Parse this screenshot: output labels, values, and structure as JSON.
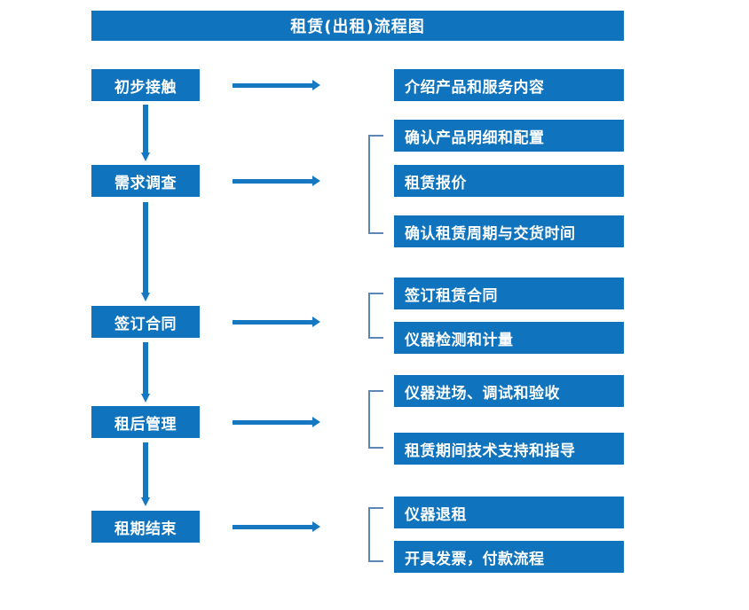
{
  "diagram": {
    "title": "租赁(出租)流程图",
    "colors": {
      "box_fill": "#0f73bd",
      "box_text": "#ffffff",
      "arrow": "#1578c0",
      "bracket": "#5b87b5",
      "background": "#ffffff"
    },
    "stages": [
      {
        "label": "初步接触"
      },
      {
        "label": "需求调查"
      },
      {
        "label": "签订合同"
      },
      {
        "label": "租后管理"
      },
      {
        "label": "租期结束"
      }
    ],
    "details": [
      {
        "label": "介绍产品和服务内容"
      },
      {
        "label": "确认产品明细和配置"
      },
      {
        "label": "租赁报价"
      },
      {
        "label": "确认租赁周期与交货时间"
      },
      {
        "label": "签订租赁合同"
      },
      {
        "label": "仪器检测和计量"
      },
      {
        "label": "仪器进场、调试和验收"
      },
      {
        "label": "租赁期间技术支持和指导"
      },
      {
        "label": "仪器退租"
      },
      {
        "label": "开具发票，付款流程"
      }
    ],
    "icons": {
      "down_arrow": "down-arrow-icon",
      "right_arrow": "right-arrow-icon",
      "bracket": "bracket-connector-icon"
    }
  }
}
